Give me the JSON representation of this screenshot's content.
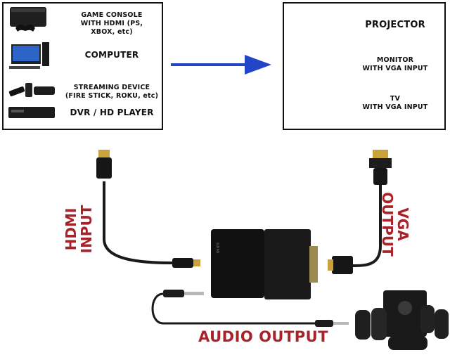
{
  "inputs": {
    "game_console": [
      "GAME CONSOLE",
      "WITH HDMI (PS, XBOX, etc)"
    ],
    "computer": "COMPUTER",
    "streaming": [
      "STREAMING DEVICE",
      "(FIRE STICK, ROKU, etc)"
    ],
    "dvr": "DVR / HD PLAYER"
  },
  "outputs": {
    "projector": "PROJECTOR",
    "monitor": [
      "MONITOR",
      "WITH VGA INPUT"
    ],
    "tv": [
      "TV",
      "WITH VGA INPUT"
    ]
  },
  "cable_labels": {
    "hdmi": [
      "HDMI",
      "INPUT"
    ],
    "vga": [
      "VGA",
      "OUTPUT"
    ],
    "audio": "AUDIO OUTPUT"
  },
  "colors": {
    "arrow": "#2346c8",
    "label_red": "#a82229",
    "device_dark": "#1a1a1a"
  },
  "icons": [
    "game-console-icon",
    "computer-icon",
    "streaming-stick-icon",
    "dvr-icon",
    "projector-icon",
    "monitor-icon",
    "tv-icon",
    "hdmi-plug-icon",
    "vga-plug-icon",
    "audio-jack-icon",
    "speaker-system-icon",
    "adapter-icon"
  ]
}
